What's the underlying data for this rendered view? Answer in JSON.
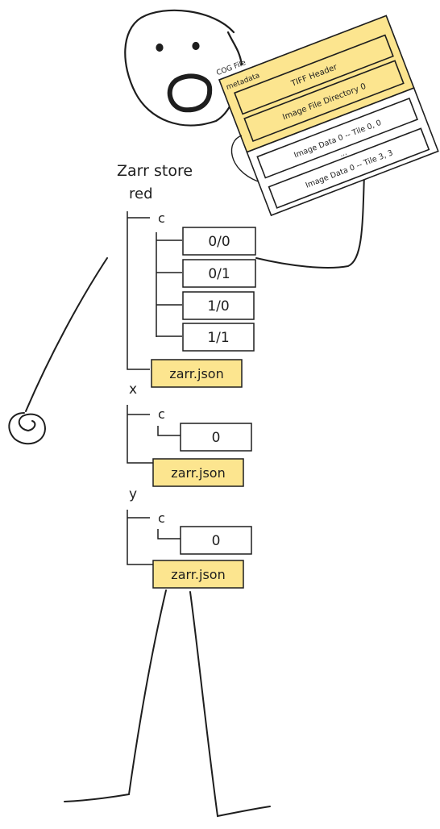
{
  "cog": {
    "title": "COG File",
    "metadata_label": "metadata",
    "tiff_header": "TIFF Header",
    "ifd": "Image File Directory 0",
    "tile_first": "Image Data 0 -- Tile 0, 0",
    "ellipsis": "...",
    "tile_last": "Image Data 0 -- Tile 3, 3"
  },
  "zarr": {
    "title": "Zarr store",
    "groups": [
      {
        "name": "red",
        "chunk_dir": "c",
        "chunks": [
          "0/0",
          "0/1",
          "1/0",
          "1/1"
        ],
        "meta": "zarr.json"
      },
      {
        "name": "x",
        "chunk_dir": "c",
        "chunks": [
          "0"
        ],
        "meta": "zarr.json"
      },
      {
        "name": "y",
        "chunk_dir": "c",
        "chunks": [
          "0"
        ],
        "meta": "zarr.json"
      }
    ]
  },
  "colors": {
    "stroke": "#1e1e1e",
    "highlight": "#fce58f",
    "background": "#ffffff"
  }
}
